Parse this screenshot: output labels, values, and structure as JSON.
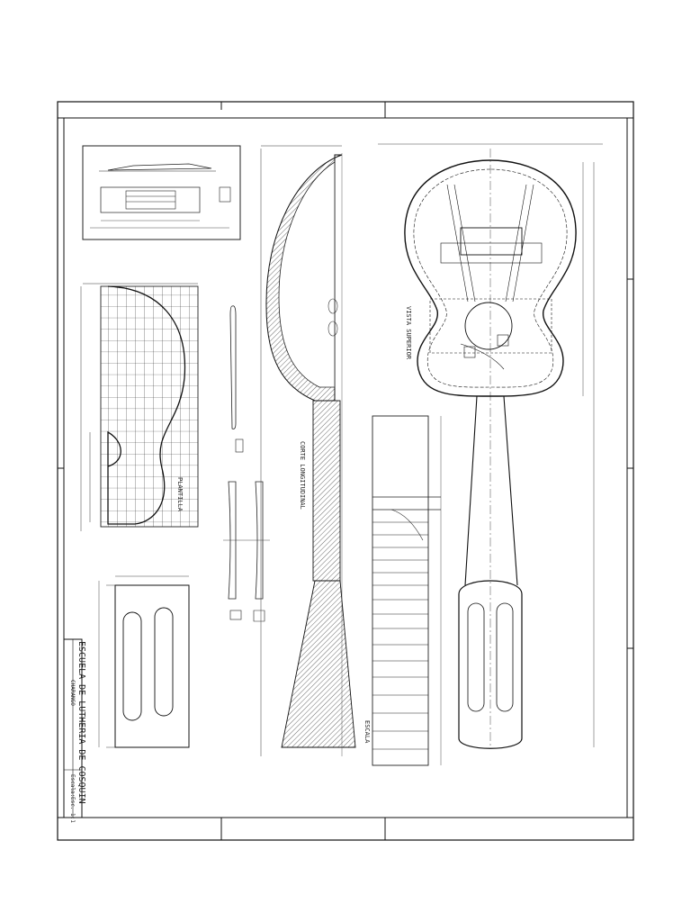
{
  "title_block": {
    "school": "ESCUELA DE LUTHERIA DE COSQUIN",
    "instrument": "CHARANGO",
    "scale_label": "Escala:",
    "sheet_label": "Esc. 1:1"
  },
  "views": {
    "plantilla": "PLANTILLA",
    "corte_longitudinal": "CORTE LONGITUDINAL",
    "vista_superior": "VISTA SUPERIOR",
    "escala": "ESCALA"
  }
}
